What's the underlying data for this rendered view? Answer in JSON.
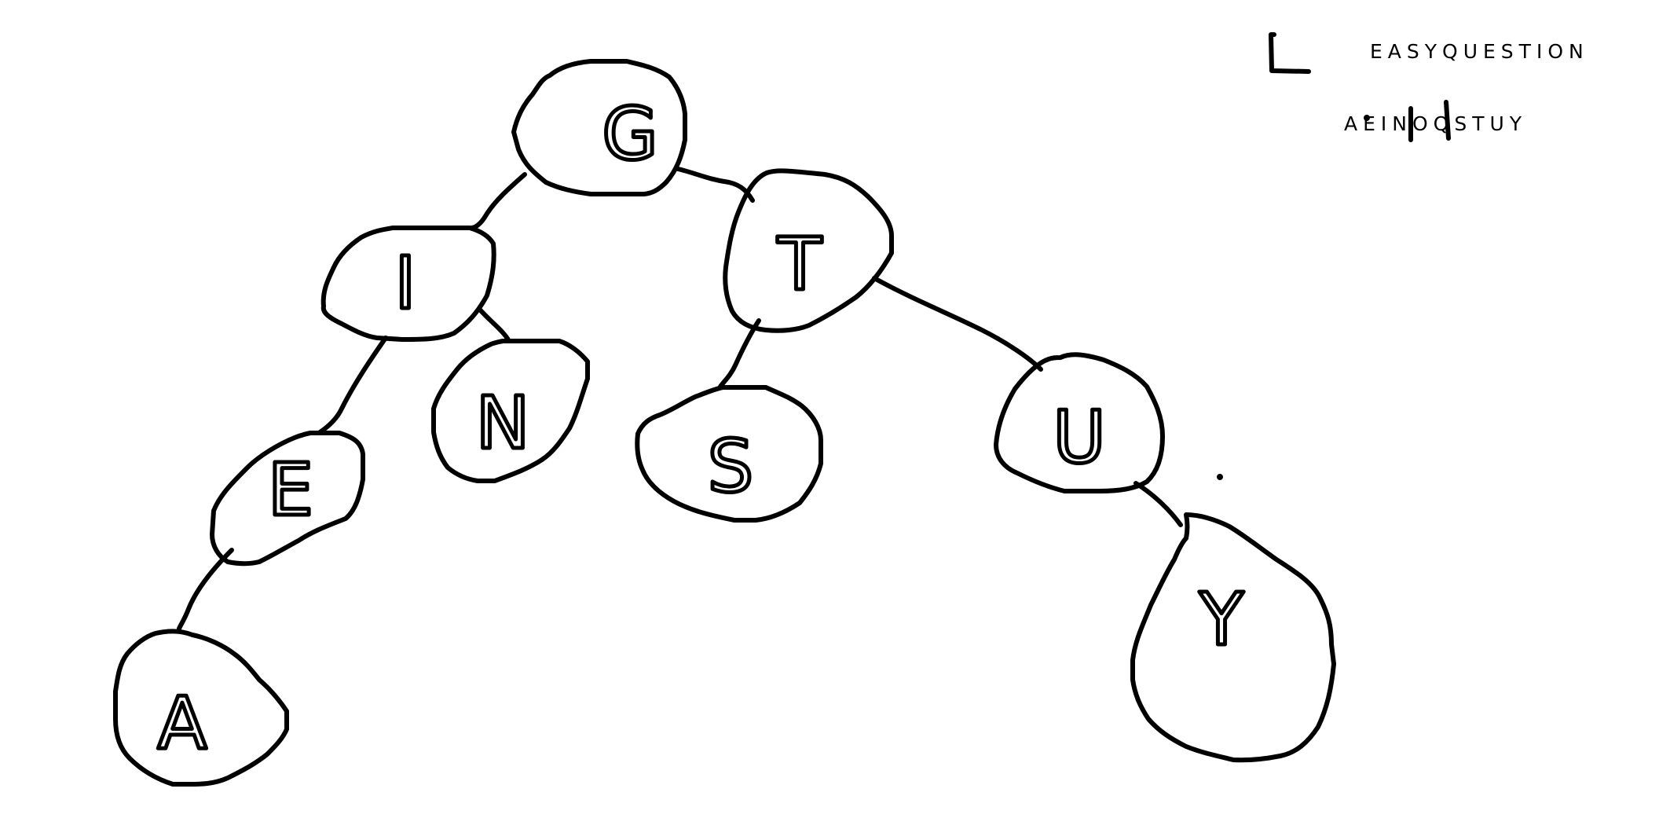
{
  "header": {
    "title": "EASYQUESTION",
    "sorted_keys": "AEINOQSTUY"
  },
  "tree": {
    "nodes": [
      {
        "id": "G",
        "label": "G"
      },
      {
        "id": "I",
        "label": "I"
      },
      {
        "id": "T",
        "label": "T"
      },
      {
        "id": "E",
        "label": "E"
      },
      {
        "id": "N",
        "label": "N"
      },
      {
        "id": "S",
        "label": "S"
      },
      {
        "id": "U",
        "label": "U"
      },
      {
        "id": "A",
        "label": "A"
      },
      {
        "id": "Y",
        "label": "Y"
      }
    ],
    "edges": [
      {
        "from": "G",
        "to": "I"
      },
      {
        "from": "G",
        "to": "T"
      },
      {
        "from": "I",
        "to": "E"
      },
      {
        "from": "I",
        "to": "N"
      },
      {
        "from": "T",
        "to": "S"
      },
      {
        "from": "T",
        "to": "U"
      },
      {
        "from": "E",
        "to": "A"
      },
      {
        "from": "U",
        "to": "Y"
      }
    ]
  },
  "colors": {
    "ink": "#000000",
    "background": "#ffffff"
  }
}
